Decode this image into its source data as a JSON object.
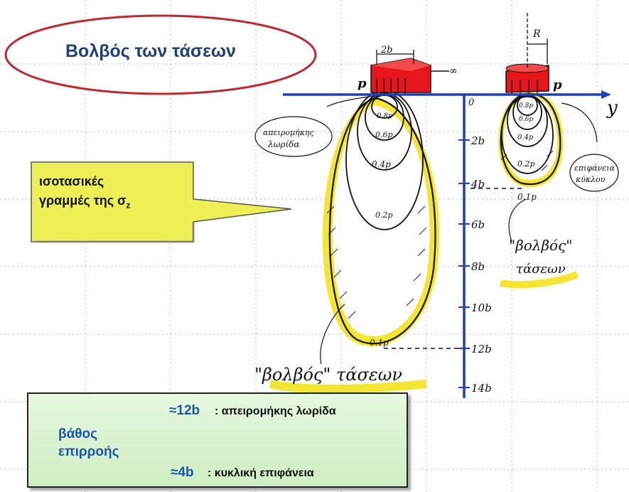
{
  "title": "Βολβός των τάσεων",
  "callout": {
    "line1": "ισοτασικές",
    "line2": "γραμμές της σ",
    "subscript": "z"
  },
  "info": {
    "label_line1": "βάθος",
    "label_line2": "επιρροής",
    "strip_value": "≈12b",
    "strip_desc": ": απειρομήκης λωρίδα",
    "circle_value": "≈4b",
    "circle_desc": ": κυκλική επιφάνεια"
  },
  "sketch": {
    "strip_width": "2b",
    "infinity": "∞",
    "load_left": "p",
    "load_right": "p",
    "radius": "R",
    "axis_y": "y",
    "axis_top": "0",
    "depth_ticks": [
      "2b",
      "4b",
      "6b",
      "8b",
      "10b",
      "12b",
      "14b"
    ],
    "strip_isobars": [
      "0.8p",
      "0.6p",
      "0.4p",
      "0.2p",
      "0.1p"
    ],
    "circle_isobars": [
      "0.8p",
      "0.6p",
      "0.4p",
      "0.2p",
      "0.1p"
    ],
    "strip_note_line1": "απειρομήκης",
    "strip_note_line2": "λωρίδα",
    "circle_note_line1": "επιφάνεια",
    "circle_note_line2": "κύκλου",
    "bulb_strip_label": "\"βολβός\" τάσεων",
    "bulb_circle_line1": "\"βολβός\"",
    "bulb_circle_line2": "τάσεων"
  },
  "colors": {
    "axis": "#1a3fbf",
    "footing": "#e8151a",
    "highlight": "#f2e21a",
    "title": "#1f3f7a",
    "callout_fill": "#eeee55",
    "ellipse_border": "#c0282d"
  }
}
